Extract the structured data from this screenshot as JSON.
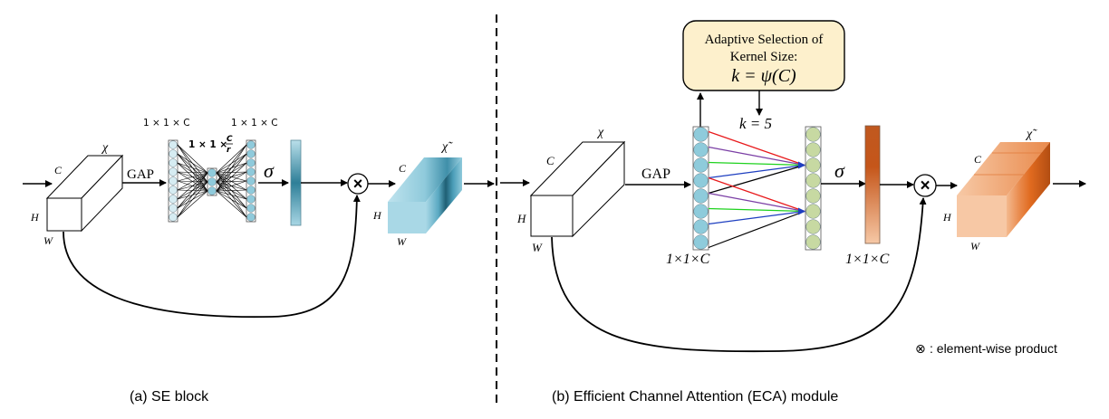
{
  "panel_a": {
    "caption": "(a) SE block",
    "input_label": "χ",
    "dim_c": "C",
    "dim_h": "H",
    "dim_w": "W",
    "gap_label": "GAP",
    "fc1_dims": "1 × 1 × C",
    "bottleneck_dims_prefix": "1 × 1 ×",
    "bottleneck_num": "C",
    "bottleneck_den": "r",
    "fc2_dims": "1 × 1 × C",
    "sigma_label": "σ",
    "multiply_symbol": "×",
    "output_label": "χ̃",
    "out_c": "C",
    "out_h": "H",
    "out_w": "W"
  },
  "panel_b": {
    "caption": "(b) Efficient Channel Attention (ECA) module",
    "input_label": "χ",
    "dim_c": "C",
    "dim_h": "H",
    "dim_w": "W",
    "gap_label": "GAP",
    "kernel_box_line1": "Adaptive Selection of",
    "kernel_box_line2": "Kernel Size:",
    "kernel_box_formula": "k = ψ(C)",
    "k_value_label": "k = 5",
    "pooled_dims": "1×1×C",
    "weights_dims": "1×1×C",
    "sigma_label": "σ",
    "multiply_symbol": "×",
    "output_label": "χ̃",
    "out_c": "C",
    "out_h": "H",
    "out_w": "W"
  },
  "legend": {
    "symbol": "⊗",
    "text": ": element-wise product"
  },
  "colors": {
    "se_light": "#d6ecf2",
    "se_mid": "#8fcadb",
    "se_dark": "#2e7f98",
    "eca_blue": "#8ecbdb",
    "eca_green": "#c7d9a2",
    "eca_orange_dark": "#c5561a",
    "eca_orange_light": "#f6c8a6",
    "kernel_box_fill": "#fdf0cc",
    "conn_red": "#e8191b",
    "conn_purple": "#7b3fa5",
    "conn_green": "#1ed21e",
    "conn_blue": "#1e3fc0",
    "conn_black": "#000000"
  }
}
